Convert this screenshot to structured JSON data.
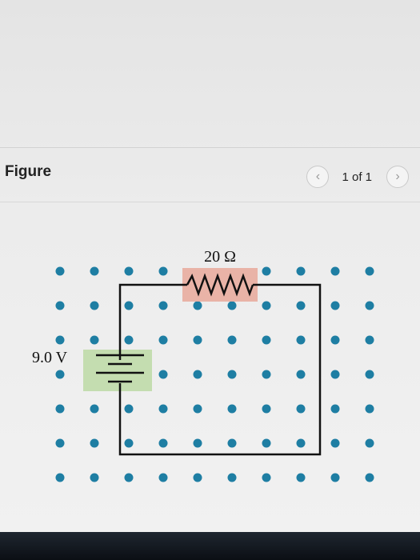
{
  "figure_panel": {
    "title": "Figure",
    "pager": "1 of 1",
    "prev_icon": "chevron-left-icon",
    "next_icon": "chevron-right-icon"
  },
  "circuit": {
    "resistor_label": "20 Ω",
    "battery_label": "9.0 V",
    "dot_color": "#1e7ea3",
    "wire_color": "#111111",
    "resistor_highlight": "#e8a89a",
    "battery_highlight": "#c4ddb0"
  }
}
